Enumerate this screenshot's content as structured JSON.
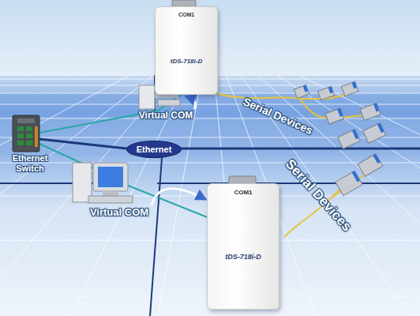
{
  "diagram": {
    "nodes": [
      {
        "text": [
          "COM1",
          "tDS-718i-D"
        ]
      },
      {
        "text": [
          "Ethernet Switch"
        ]
      },
      {
        "text": [
          "Virtual COM"
        ]
      },
      {
        "text": [
          "Ethernet"
        ]
      },
      {
        "text": [
          "Virtual COM"
        ]
      },
      {
        "text": [
          "COM1",
          "tDS-718i-D"
        ]
      }
    ],
    "edges": [
      {
        "from": 2,
        "to": 0,
        "arrow": "to"
      },
      {
        "from": 4,
        "to": 5,
        "arrow": "to"
      }
    ],
    "labels": [
      "Serial Devices",
      "Serial Devices"
    ]
  }
}
